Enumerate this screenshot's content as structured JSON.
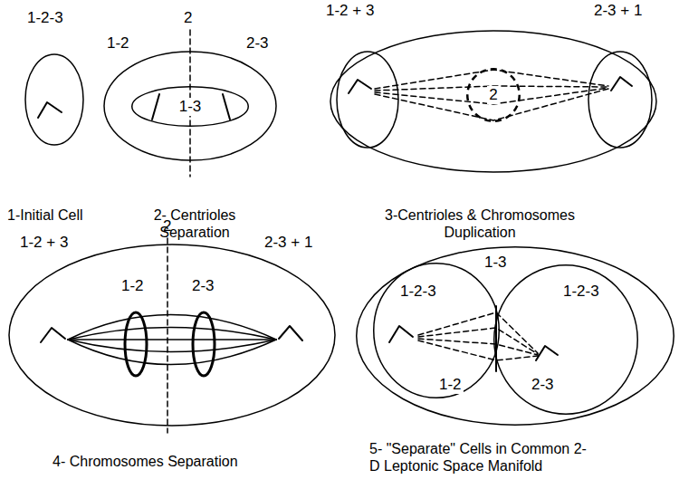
{
  "diagram": {
    "nodes": [
      {
        "text": [
          "1-3"
        ]
      },
      {
        "text": [
          "2"
        ]
      },
      {
        "text": [
          "1-3",
          "1-2",
          "2-3"
        ]
      },
      {
        "text": [
          "1-2-3"
        ],
        "in": 2
      },
      {
        "text": [
          "1-2-3"
        ],
        "in": 2
      }
    ],
    "labels": [
      "1-2-3",
      "1-2",
      "2",
      "2-3",
      "1-2 + 3",
      "2-3 + 1",
      "1-Initial Cell",
      "2- Centrioles Separation",
      "3-Centrioles & Chromosomes Duplication",
      "2",
      "1-2 + 3",
      "2-3 + 1",
      "1-2",
      "2-3",
      "4- Chromosomes Separation",
      "5- \"Separate\" Cells in Common 2-D Leptonic Space Manifold"
    ]
  }
}
